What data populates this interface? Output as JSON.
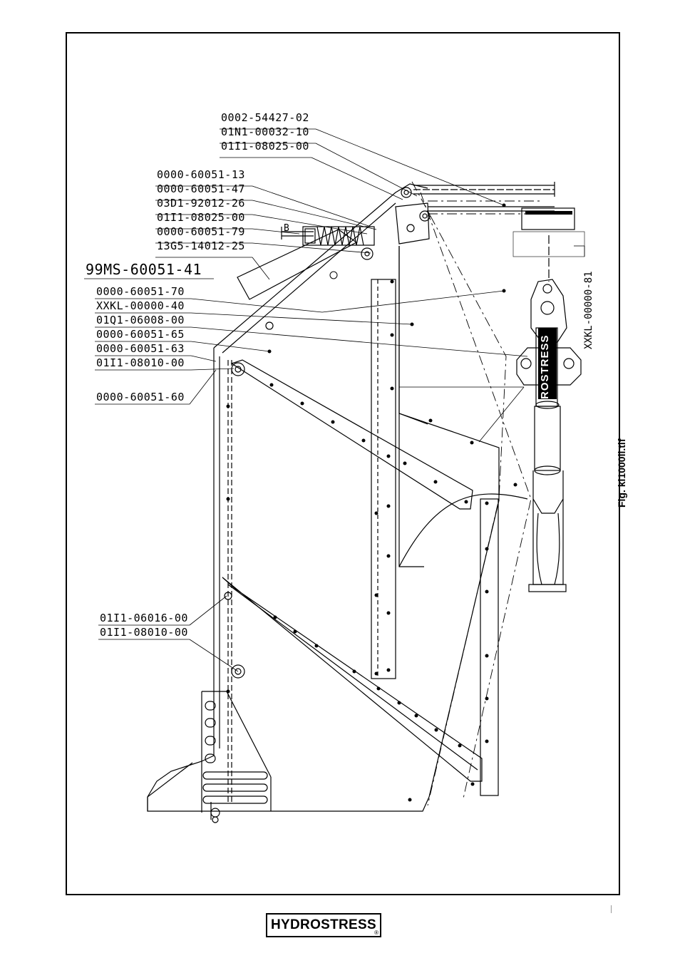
{
  "figure": {
    "caption": "Fig. kl1000li.tif",
    "vertical_label": "XXKL-00000-81",
    "brand_on_part": "ROSTRESS",
    "section_marker": "B"
  },
  "part_numbers": {
    "top": [
      "0002-54427-02",
      "01N1-00032-10",
      "01I1-08025-00"
    ],
    "upper": [
      "0000-60051-13",
      "0000-60051-47",
      "03D1-92012-26",
      "01I1-08025-00",
      "0000-60051-79",
      "13G5-14012-25"
    ],
    "assembly": "99MS-60051-41",
    "middle": [
      "0000-60051-70",
      "XXKL-00000-40",
      "01Q1-06008-00",
      "0000-60051-65",
      "0000-60051-63",
      "01I1-08010-00"
    ],
    "lower_single": "0000-60051-60",
    "bottom": [
      "01I1-06016-00",
      "01I1-08010-00"
    ]
  },
  "footer": {
    "logo_text": "HYDROSTRESS",
    "logo_mark": "®"
  }
}
